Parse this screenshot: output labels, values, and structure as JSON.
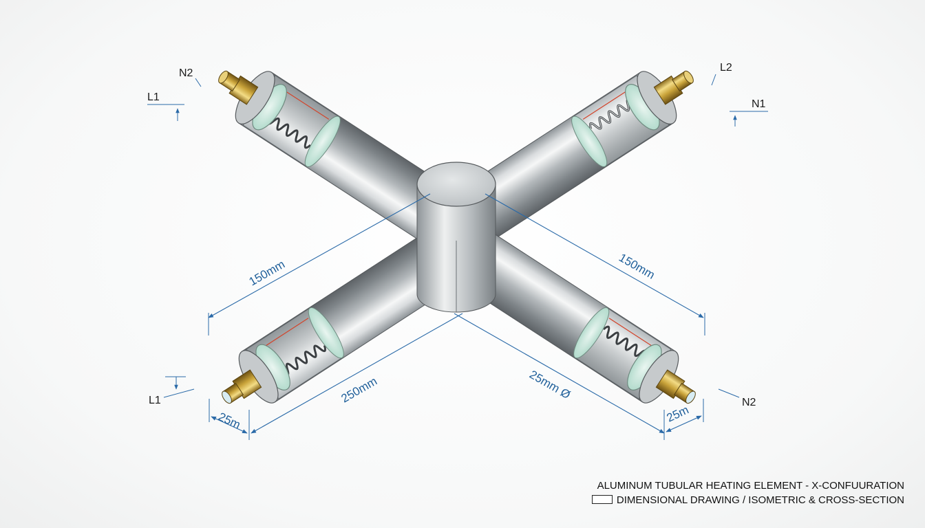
{
  "title_block": {
    "line1": "ALUMINUM TUBULAR HEATING ELEMENT - X-CONFUURATION",
    "line2": "DIMENSIONAL DRAWING / ISOMETRIC & CROSS-SECTION"
  },
  "dimensions": {
    "arm_upper_left": "150mm",
    "arm_upper_right": "150mm",
    "arm_lower_left": "250mm",
    "arm_lower_right": "25mm Ø",
    "end_lower_left": "25m",
    "end_lower_right": "25m"
  },
  "terminals": {
    "upper_left_top": "N2",
    "upper_left_side": "L1",
    "upper_right_top": "L2",
    "upper_right_side": "N1",
    "lower_left": "L1",
    "lower_right": "N2"
  },
  "colors": {
    "tube": "#b9bec2",
    "insulator": "#cfe9df",
    "brass": "#c9a33a",
    "dimension": "#2a6aa8"
  }
}
